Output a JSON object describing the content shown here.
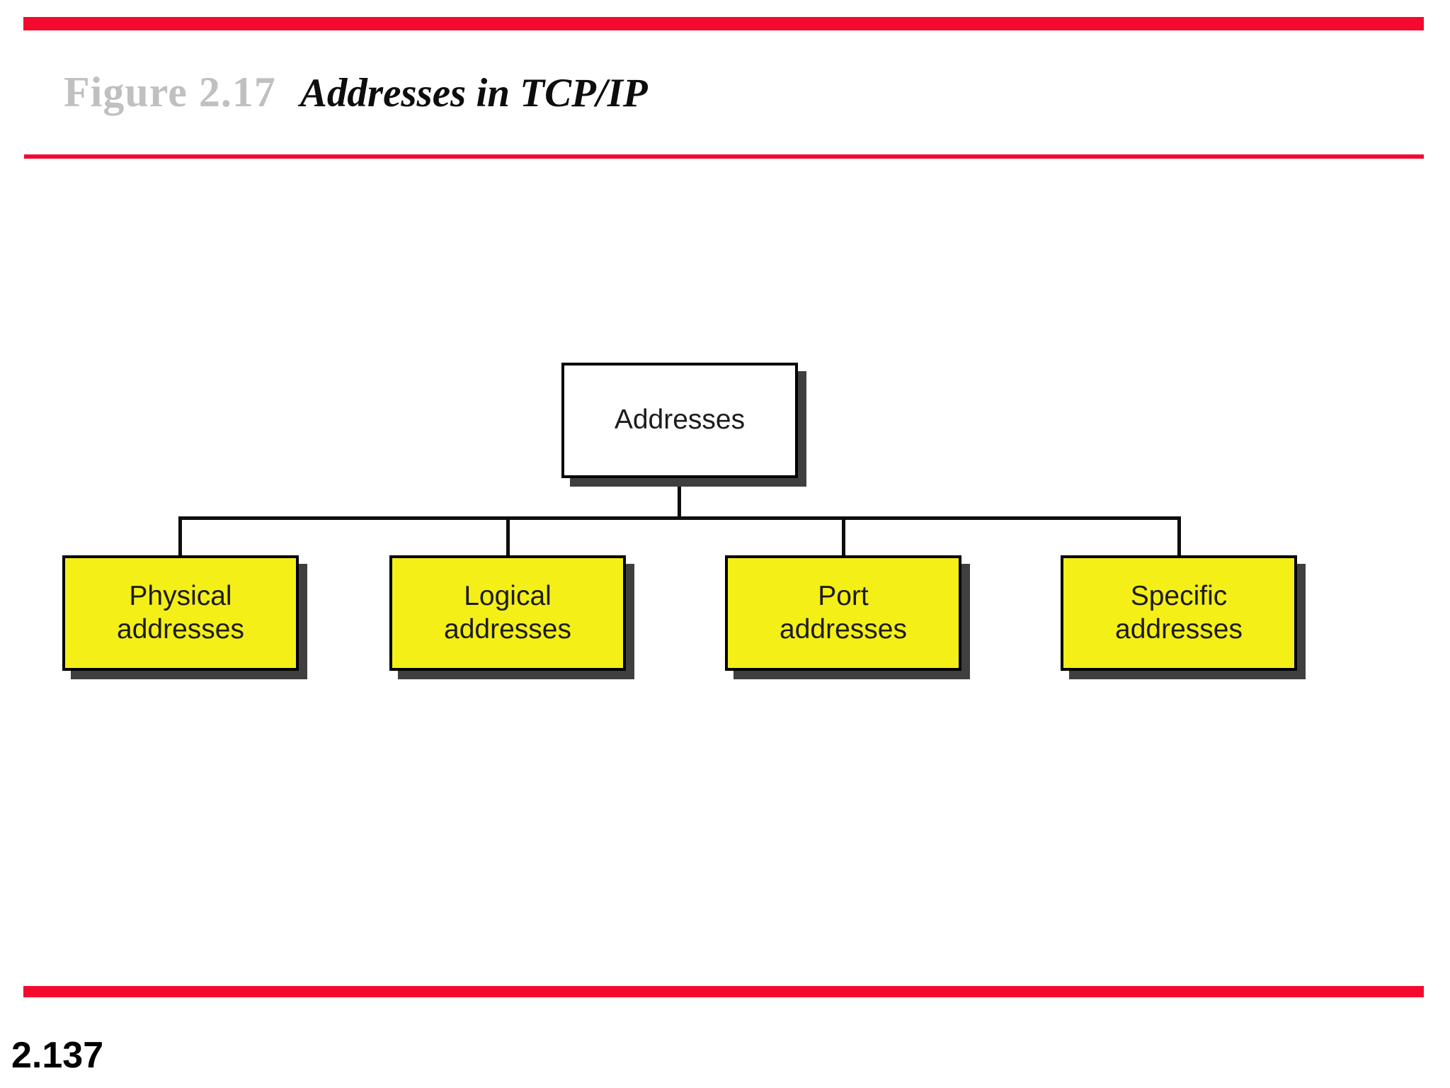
{
  "header": {
    "figure_label": "Figure 2.17",
    "figure_title": "Addresses in TCP/IP"
  },
  "diagram": {
    "type": "tree",
    "root_label": "Addresses",
    "children": [
      {
        "line1": "Physical",
        "line2": "addresses"
      },
      {
        "line1": "Logical",
        "line2": "addresses"
      },
      {
        "line1": "Port",
        "line2": "addresses"
      },
      {
        "line1": "Specific",
        "line2": "addresses"
      }
    ]
  },
  "footer": {
    "page_number": "2.137"
  },
  "colors": {
    "accent_red": "#f40a2e",
    "node_yellow": "#f4ef17",
    "node_border_black": "#000000",
    "shadow_gray": "#3f3f3f",
    "figure_label_gray": "#c0c0c0",
    "background_white": "#ffffff"
  }
}
